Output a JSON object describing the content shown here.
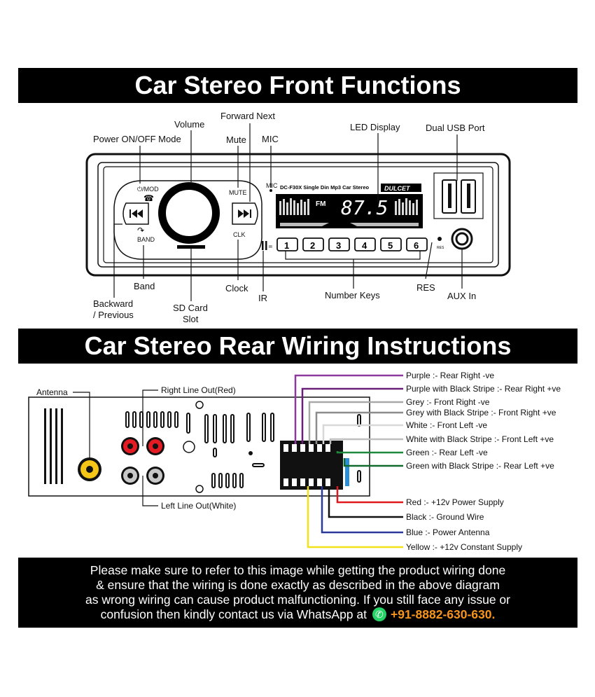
{
  "front": {
    "title": "Car Stereo Front Functions",
    "labels": {
      "power": "Power ON/OFF Mode",
      "volume": "Volume",
      "mute": "Mute",
      "forward": "Forward Next",
      "mic": "MIC",
      "led": "LED Display",
      "usb": "Dual USB Port",
      "band": "Band",
      "backward": "Backward",
      "previous": "/ Previous",
      "sdcard": "SD Card",
      "slot": "Slot",
      "clock": "Clock",
      "ir": "IR",
      "numkeys": "Number Keys",
      "res": "RES",
      "aux": "AUX In"
    },
    "panel": {
      "mod": "⏻/MOD",
      "band": "BAND",
      "mute": "MUTE",
      "clk": "CLK",
      "mic": "MIC",
      "ir": "IR",
      "res": "RES",
      "model": "DC-F30X Single Din Mp3 Car Stereo",
      "brand": "DULCET",
      "display_band": "FM",
      "display_freq": "87.5",
      "keys": [
        "1",
        "2",
        "3",
        "4",
        "5",
        "6"
      ]
    }
  },
  "rear": {
    "title": "Car Stereo Rear Wiring Instructions",
    "labels": {
      "antenna": "Antenna",
      "right_out": "Right Line Out(Red)",
      "left_out": "Left Line Out(White)"
    },
    "wires": [
      {
        "label": "Purple :- Rear Right -ve",
        "color": "#8b3a9c"
      },
      {
        "label": "Purple with Black Stripe :- Rear Right +ve",
        "color": "#6a1f78"
      },
      {
        "label": "Grey :- Front Right -ve",
        "color": "#a9a9a9"
      },
      {
        "label": "Grey with Black Stripe :- Front Right +ve",
        "color": "#8c8c8c"
      },
      {
        "label": "White :- Front Left -ve",
        "color": "#d8d8d8"
      },
      {
        "label": "White with Black Stripe :- Front Left +ve",
        "color": "#bfbfbf"
      },
      {
        "label": "Green :- Rear Left -ve",
        "color": "#1e8a3c"
      },
      {
        "label": "Green with Black Stripe :- Rear Left +ve",
        "color": "#126a2c"
      },
      {
        "label": "Red :- +12v Power Supply",
        "color": "#e0191f"
      },
      {
        "label": "Black :- Ground Wire",
        "color": "#111111"
      },
      {
        "label": "Blue :- Power Antenna",
        "color": "#2b3a9a"
      },
      {
        "label": "Yellow :- +12v Constant Supply",
        "color": "#f2e21a"
      }
    ]
  },
  "notice": {
    "line1": "Please make sure to refer to this image while getting the product wiring done",
    "line2": "& ensure that the wiring is done exactly as described in the above diagram",
    "line3": "as wrong wiring can cause product malfunctioning. If you still face any issue or",
    "line4": "confusion then kindly contact us via WhatsApp at",
    "phone": "+91-8882-630-630."
  }
}
